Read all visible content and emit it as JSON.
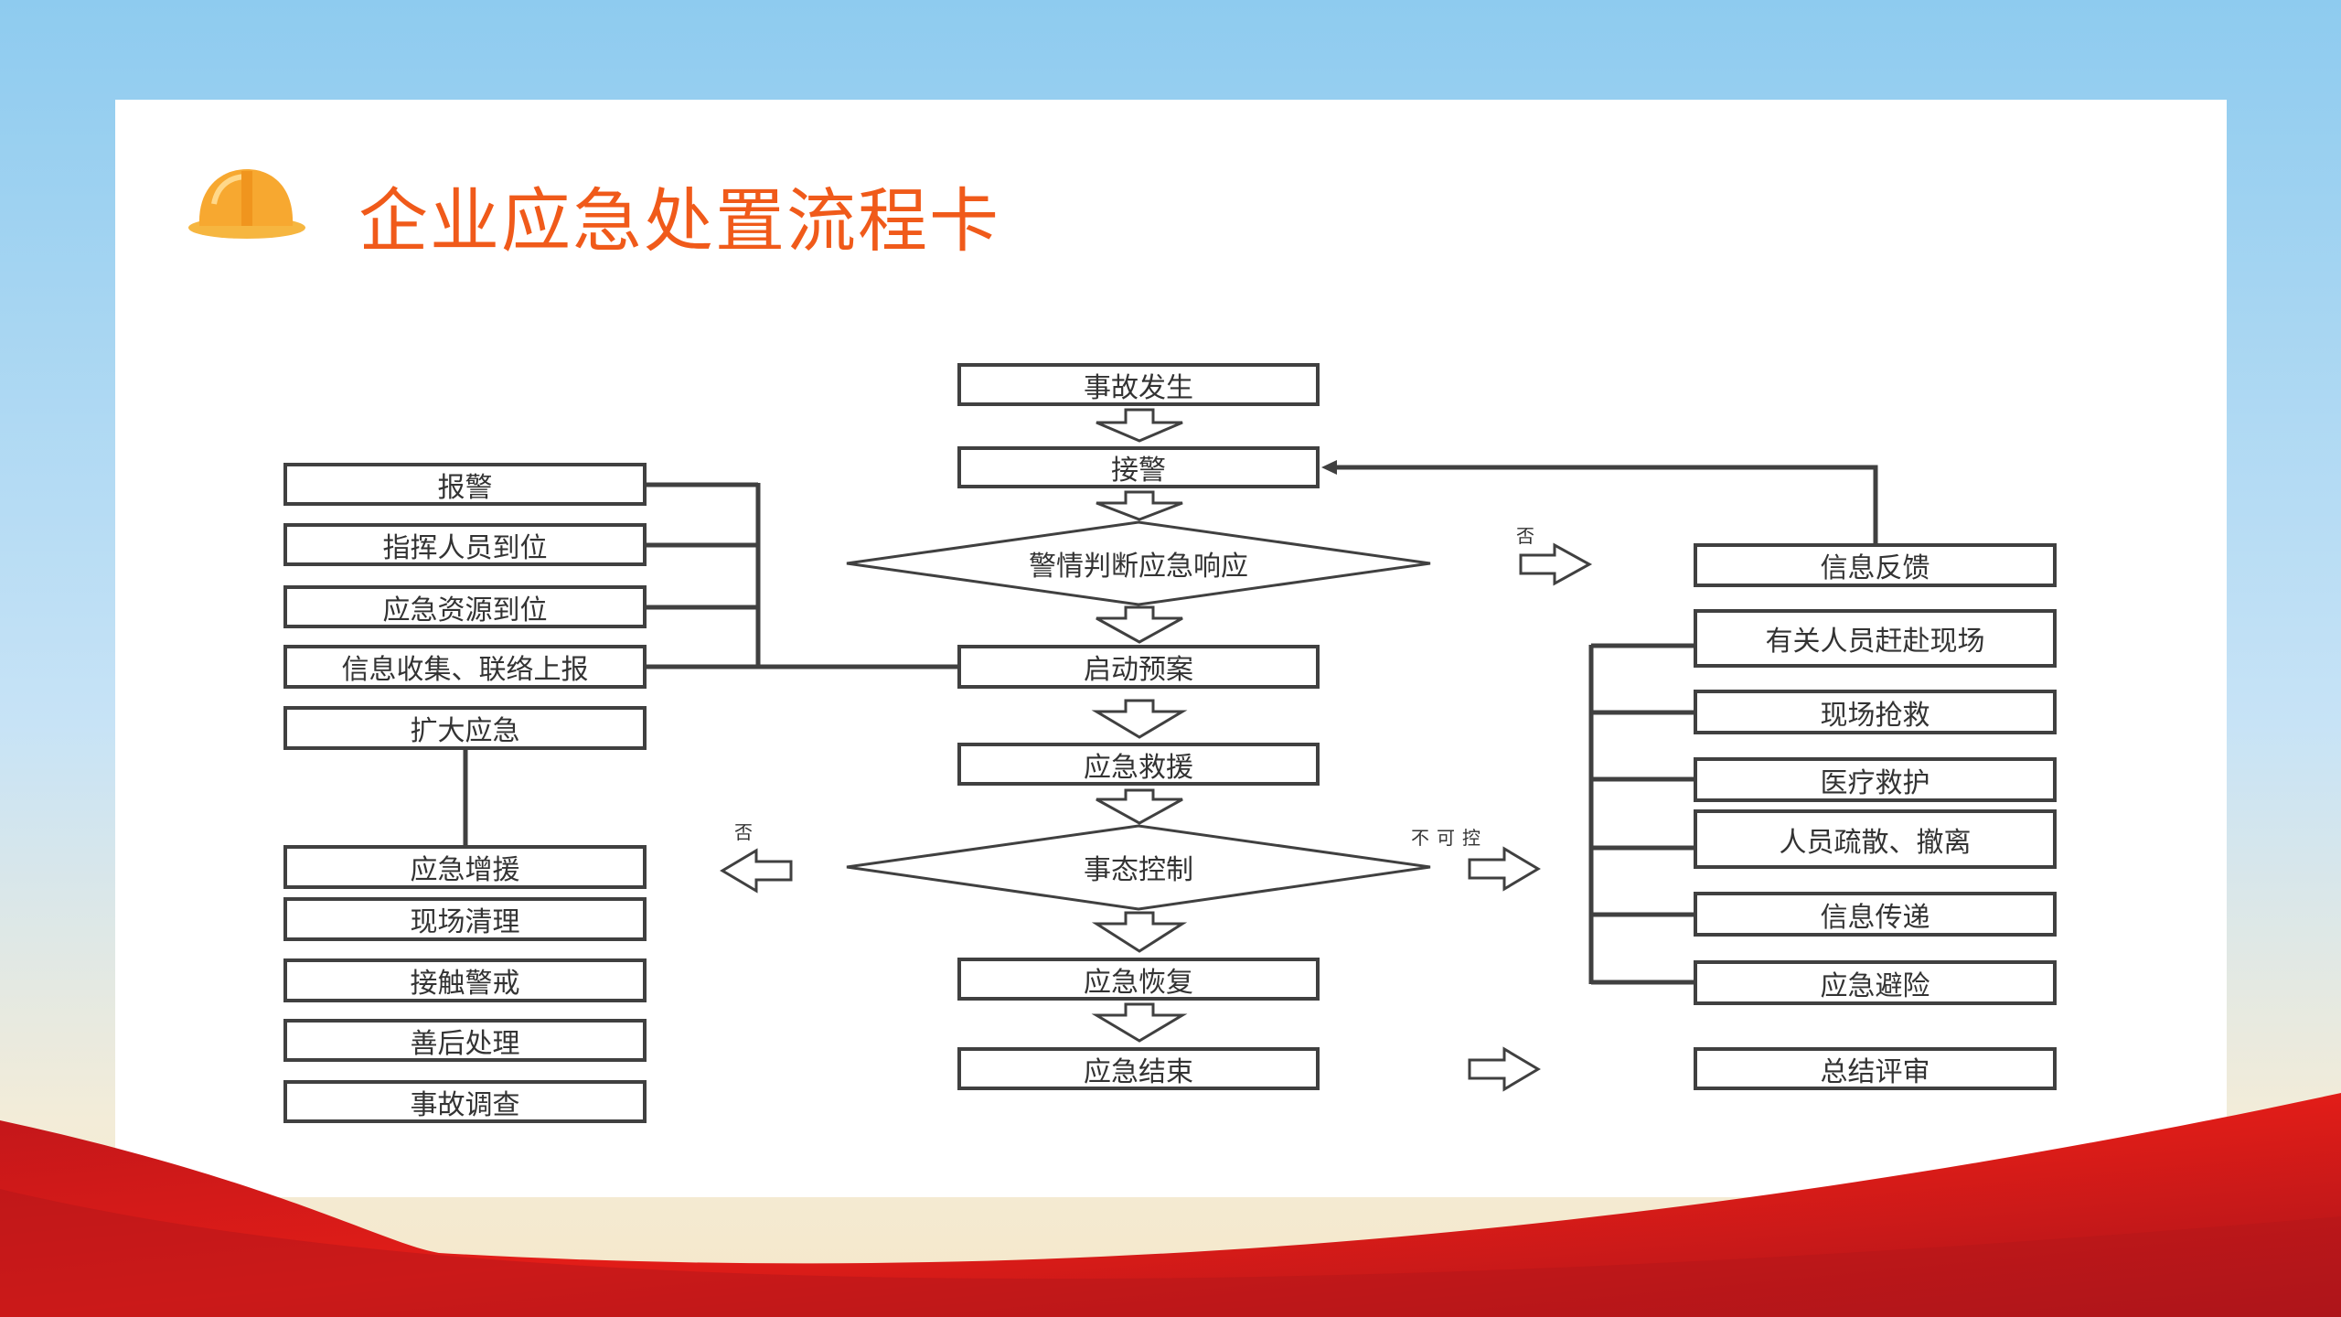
{
  "title": "企业应急处置流程卡",
  "colors": {
    "title": "#f05a1a",
    "line": "#404040",
    "red": "#d91c17",
    "sky": "#8ecbef"
  },
  "center": {
    "start": "事故发生",
    "receive": "接警",
    "judge": "警情判断应急响应",
    "plan": "启动预案",
    "rescue": "应急救援",
    "control": "事态控制",
    "recover": "应急恢复",
    "end": "应急结束"
  },
  "left": [
    "报警",
    "指挥人员到位",
    "应急资源到位",
    "信息收集、联络上报",
    "扩大应急",
    "应急增援",
    "现场清理",
    "接触警戒",
    "善后处理",
    "事故调查"
  ],
  "right": [
    "信息反馈",
    "有关人员赶赴现场",
    "现场抢救",
    "医疗救护",
    "人员疏散、撤离",
    "信息传递",
    "应急避险",
    "总结评审"
  ],
  "labels": {
    "no_right": "否",
    "no_left": "否",
    "uncontrollable": "不可控"
  }
}
